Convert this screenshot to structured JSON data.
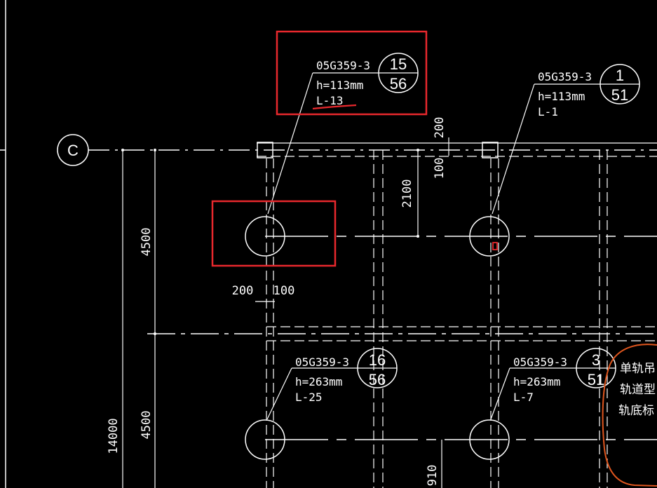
{
  "axis": {
    "label": "C"
  },
  "callouts": [
    {
      "code": "05G359-3",
      "h": "h=113mm",
      "l": "L-13",
      "num_top": "15",
      "num_bottom": "56"
    },
    {
      "code": "05G359-3",
      "h": "h=113mm",
      "l": "L-1",
      "num_top": "1",
      "num_bottom": "51"
    },
    {
      "code": "05G359-3",
      "h": "h=263mm",
      "l": "L-25",
      "num_top": "16",
      "num_bottom": "56"
    },
    {
      "code": "05G359-3",
      "h": "h=263mm",
      "l": "L-7",
      "num_top": "3",
      "num_bottom": "51"
    }
  ],
  "dimensions": {
    "d200_top": "200",
    "d100_top": "100",
    "d2100": "2100",
    "d4500_upper": "4500",
    "d4500_lower": "4500",
    "d14000": "14000",
    "d200_left": "200",
    "d100_left": "100",
    "d910": "910"
  },
  "note_lines": [
    "单轨吊",
    "轨道型",
    "轨底标"
  ],
  "colors": {
    "background": "#000000",
    "lines": "#ffffff",
    "highlight_red": "#e8282d",
    "underline_red": "#e8282d",
    "circle_orange": "#e0561e"
  }
}
